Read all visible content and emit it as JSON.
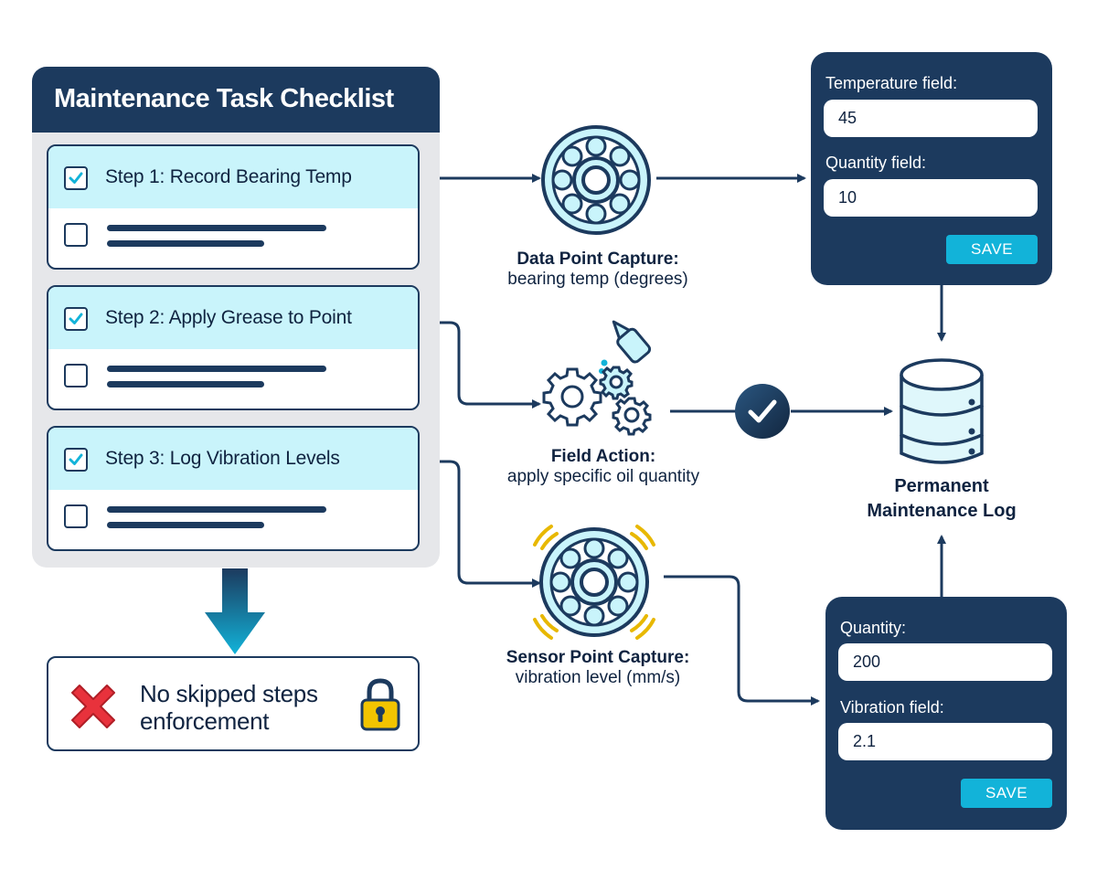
{
  "checklist": {
    "title": "Maintenance Task Checklist",
    "steps": [
      {
        "label": "Step 1: Record Bearing Temp",
        "checked": true
      },
      {
        "label": "Step 2: Apply Grease to Point",
        "checked": true
      },
      {
        "label": "Step 3: Log Vibration Levels",
        "checked": true
      }
    ]
  },
  "enforcement": {
    "text": "No skipped steps enforcement"
  },
  "captures": {
    "data_point": {
      "title": "Data Point Capture:",
      "subtitle": "bearing temp (degrees)"
    },
    "field_action": {
      "title": "Field Action:",
      "subtitle": "apply specific oil quantity"
    },
    "sensor_point": {
      "title": "Sensor Point Capture:",
      "subtitle": "vibration level (mm/s)"
    }
  },
  "form_top": {
    "field1_label": "Temperature field:",
    "field1_value": "45",
    "field2_label": "Quantity field:",
    "field2_value": "10",
    "save_label": "SAVE"
  },
  "form_bottom": {
    "field1_label": "Quantity:",
    "field1_value": "200",
    "field2_label": "Vibration field:",
    "field2_value": "2.1",
    "save_label": "SAVE"
  },
  "database": {
    "line1": "Permanent",
    "line2": "Maintenance Log"
  },
  "colors": {
    "navy": "#1c3a5e",
    "cyan": "#12b3d9",
    "light_cyan": "#c9f4fb",
    "red": "#e8323c",
    "gold": "#e8b800"
  }
}
